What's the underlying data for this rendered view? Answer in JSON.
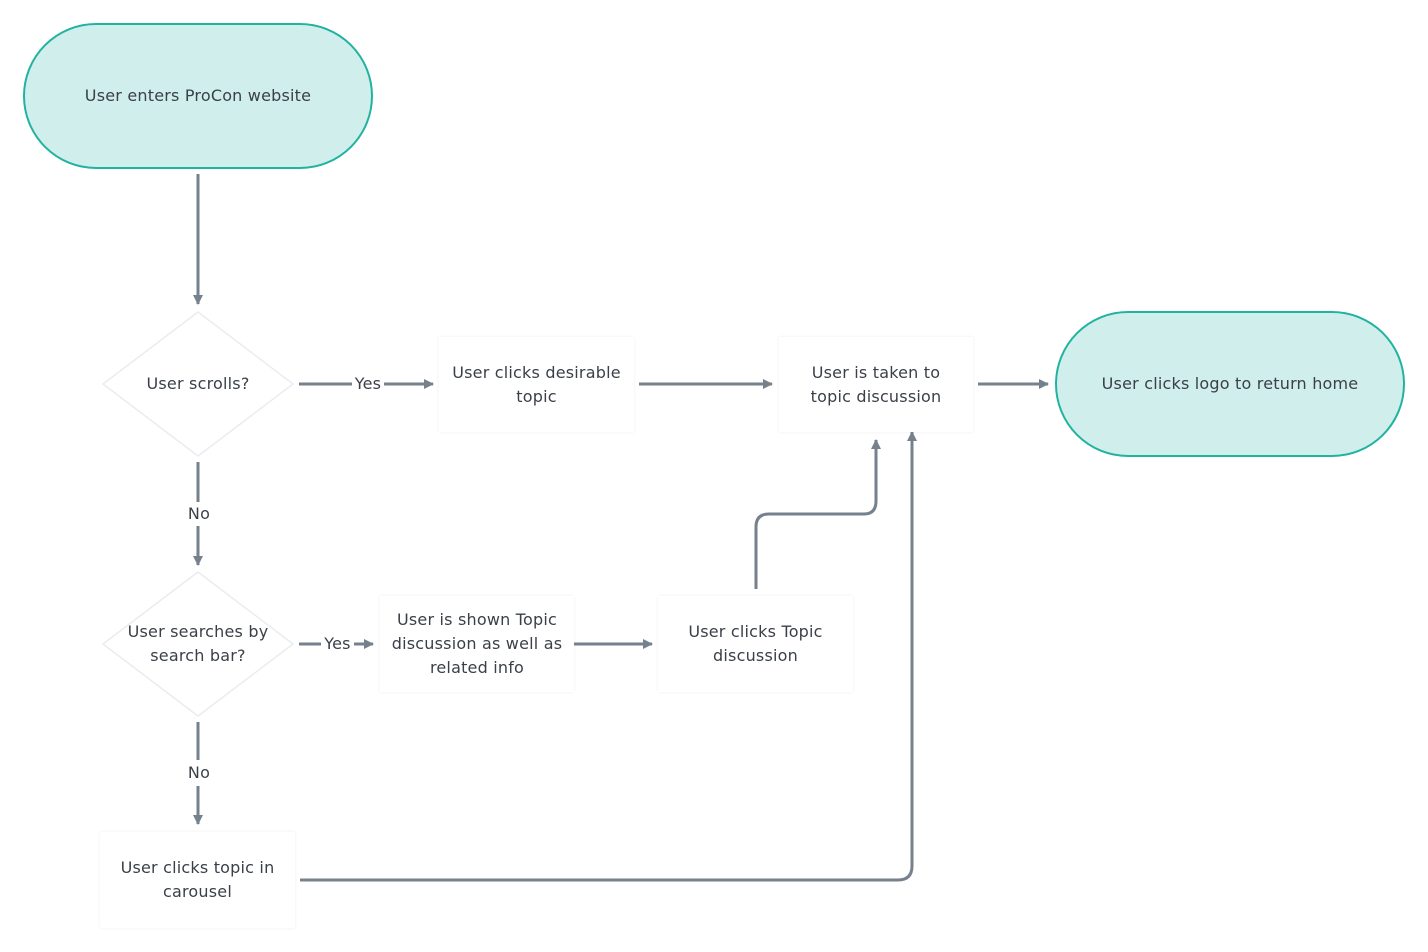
{
  "nodes": {
    "start": "User enters ProCon website",
    "decision_scroll": "User scrolls?",
    "clicks_desirable": "User clicks desirable topic",
    "taken_to_topic": "User is taken to topic discussion",
    "end": "User clicks logo to return home",
    "decision_search": "User searches by search bar?",
    "shown_topic": "User is shown Topic discussion as well as related info",
    "clicks_topic_discussion": "User clicks Topic discussion",
    "clicks_carousel": "User clicks topic in carousel"
  },
  "edge_labels": {
    "scroll_yes": "Yes",
    "scroll_no": "No",
    "search_yes": "Yes",
    "search_no": "No"
  },
  "colors": {
    "terminal_fill": "#cfeeec",
    "terminal_border": "#22b3a0",
    "connector": "#76818e",
    "text": "#3b4048"
  }
}
